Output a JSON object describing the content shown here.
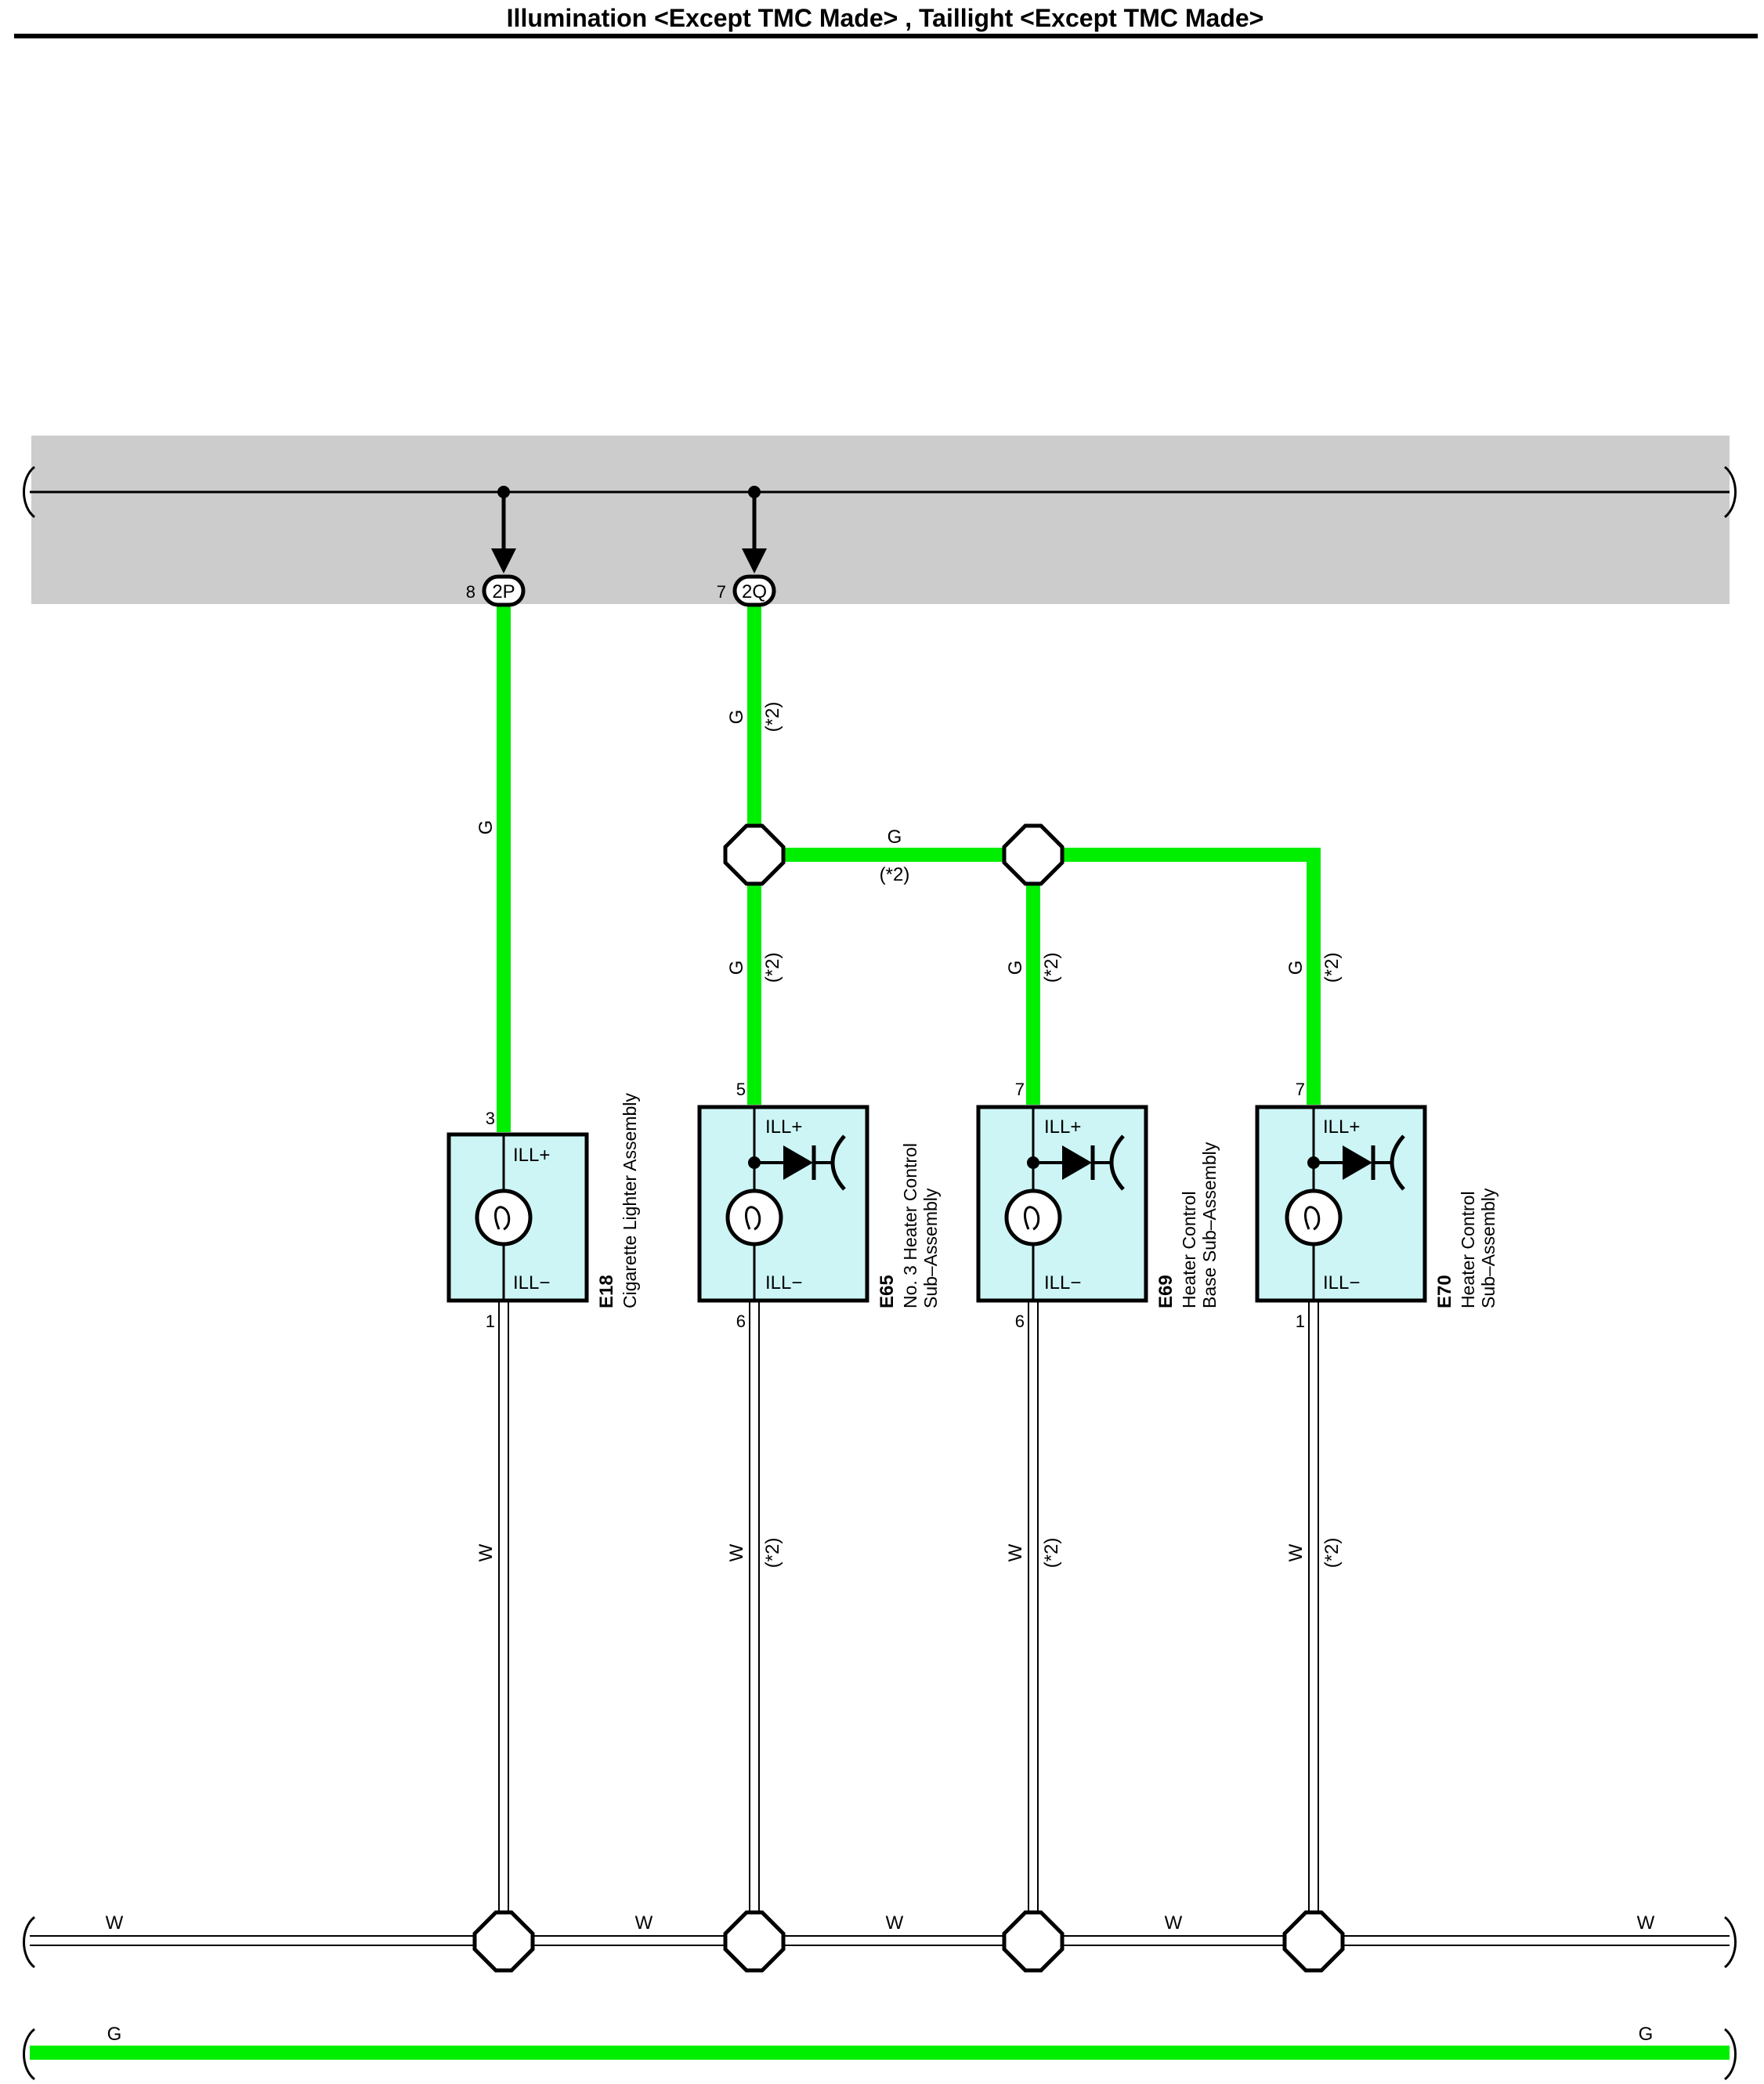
{
  "title": "Illumination <Except TMC Made> , Taillight <Except TMC Made>",
  "colors": {
    "wire_green": "#00ee00",
    "wire_white": "#ffffff",
    "bus_band": "#cccccc",
    "component_fill": "#cdf5f5"
  },
  "connectors": [
    {
      "id": "2P",
      "pin": "8"
    },
    {
      "id": "2Q",
      "pin": "7"
    }
  ],
  "wire_labels": {
    "green": "G",
    "white": "W",
    "note": "(*2)"
  },
  "components": [
    {
      "id": "E18",
      "name_line1": "Cigarette Lighter Assembly",
      "name_line2": "",
      "pin_top": "3",
      "pin_bottom": "1",
      "ill_plus": "ILL+",
      "ill_minus": "ILL−",
      "has_diode": false
    },
    {
      "id": "E65",
      "name_line1": "No. 3 Heater Control",
      "name_line2": "Sub–Assembly",
      "pin_top": "5",
      "pin_bottom": "6",
      "ill_plus": "ILL+",
      "ill_minus": "ILL−",
      "has_diode": true
    },
    {
      "id": "E69",
      "name_line1": "Heater Control",
      "name_line2": "Base Sub–Assembly",
      "pin_top": "7",
      "pin_bottom": "6",
      "ill_plus": "ILL+",
      "ill_minus": "ILL−",
      "has_diode": true
    },
    {
      "id": "E70",
      "name_line1": "Heater Control",
      "name_line2": "Sub–Assembly",
      "pin_top": "7",
      "pin_bottom": "1",
      "ill_plus": "ILL+",
      "ill_minus": "ILL−",
      "has_diode": true
    }
  ]
}
